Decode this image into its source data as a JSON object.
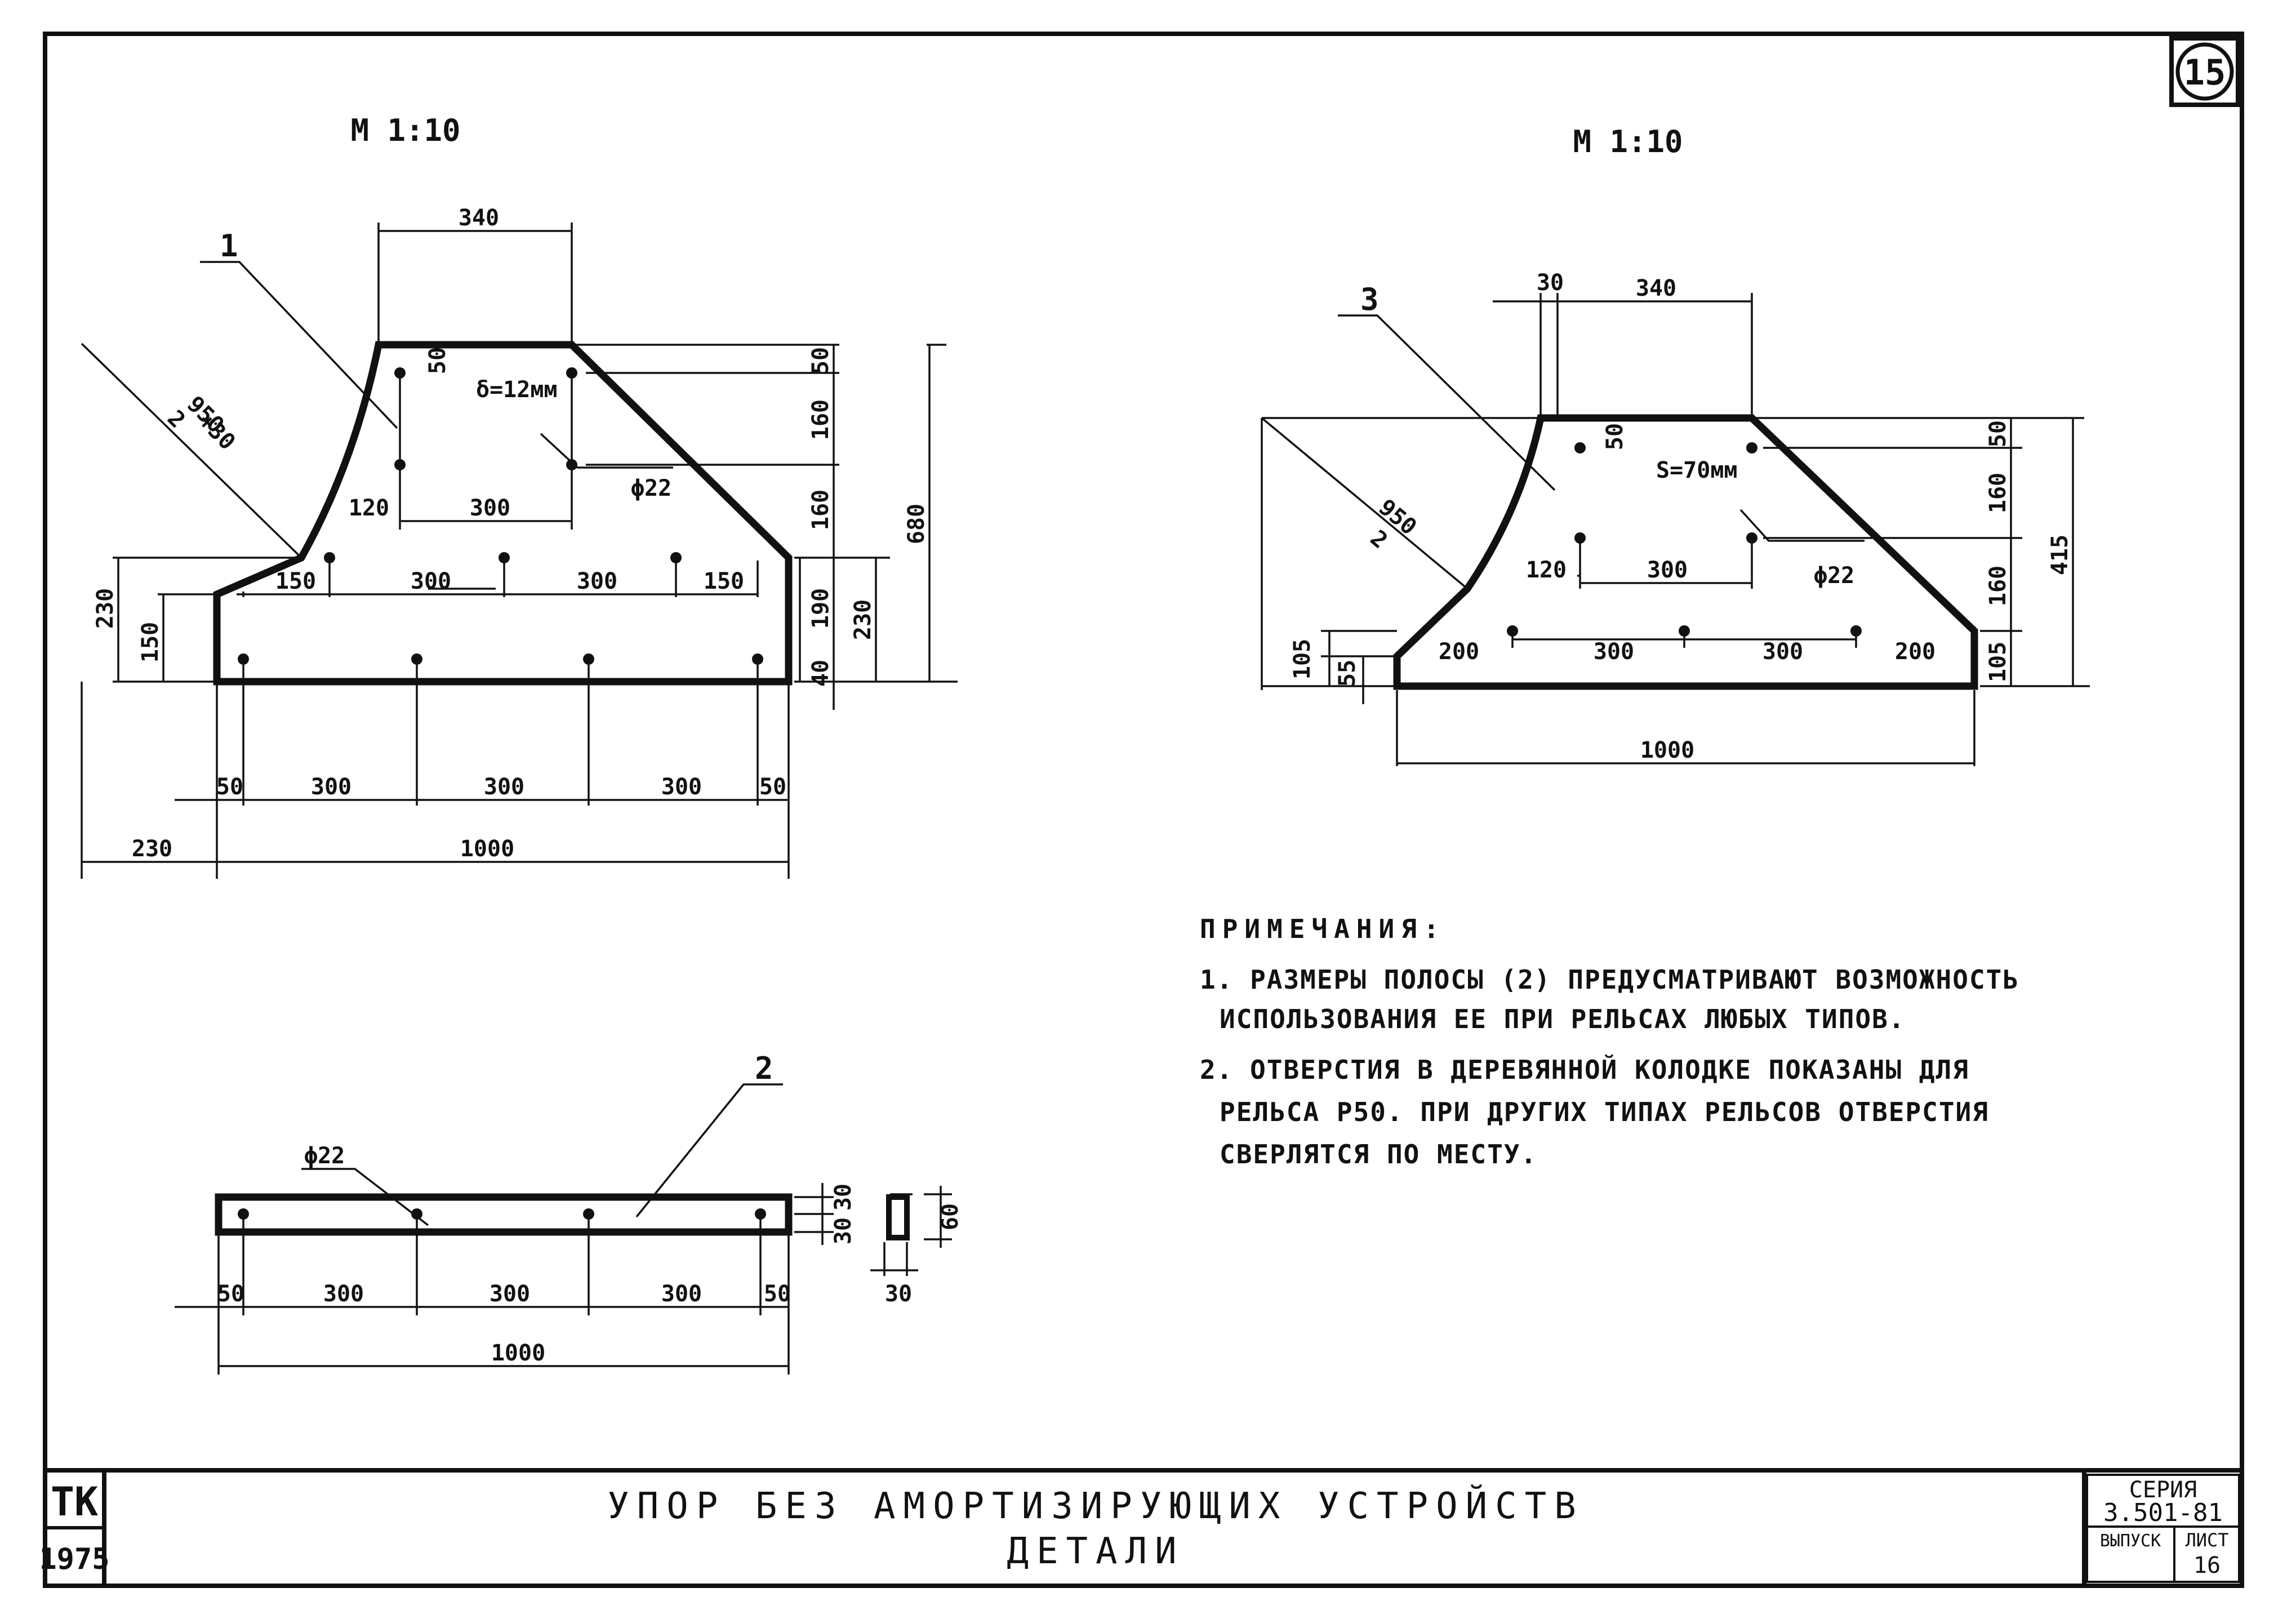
{
  "sheet_number": "15",
  "scales": {
    "left": "М 1:10",
    "right": "М 1:10"
  },
  "part1": {
    "callout": "1",
    "thickness": "δ=12мм",
    "radius_top": "950",
    "radius_bottom": "2",
    "radius_extra": "+30",
    "hole": "ϕ22",
    "dims": {
      "top_width": "340",
      "top_offset": "50",
      "hole_gap": "120",
      "hole_spacing_mid": "300",
      "row3": [
        "150",
        "300",
        "300",
        "150"
      ],
      "row4": [
        "50",
        "300",
        "300",
        "300",
        "50"
      ],
      "overall_width": "1000",
      "left_overhang": "230",
      "left_heights": [
        "230",
        "150"
      ],
      "right_heights": [
        "50",
        "160",
        "160",
        "190",
        "40"
      ],
      "right_lower": "230",
      "total_height": "680"
    }
  },
  "part3": {
    "callout": "3",
    "thickness": "S=70мм",
    "radius_top": "950",
    "radius_bottom": "2",
    "hole": "ϕ22",
    "dims": {
      "top_offset": "30",
      "top_width": "340",
      "top_vert": "50",
      "hole_gap": "120",
      "hole_spacing_mid": "300",
      "row_bottom": [
        "200",
        "300",
        "300",
        "200"
      ],
      "overall_width": "1000",
      "left_heights": [
        "105",
        "55"
      ],
      "right_heights": [
        "50",
        "160",
        "160",
        "105"
      ],
      "total_height": "415"
    }
  },
  "part2": {
    "callout": "2",
    "hole": "ϕ22",
    "dims": {
      "row": [
        "50",
        "300",
        "300",
        "300",
        "50"
      ],
      "overall_width": "1000",
      "heights": [
        "30",
        "30"
      ],
      "section_height": "60",
      "section_width": "30"
    }
  },
  "notes": {
    "heading": "ПРИМЕЧАНИЯ:",
    "lines": [
      "1. РАЗМЕРЫ ПОЛОСЫ (2) ПРЕДУСМАТРИВАЮТ ВОЗМОЖНОСТЬ",
      "ИСПОЛЬЗОВАНИЯ ЕЕ ПРИ РЕЛЬСАХ ЛЮБЫХ ТИПОВ.",
      "2. ОТВЕРСТИЯ В ДЕРЕВЯННОЙ КОЛОДКЕ ПОКАЗАНЫ ДЛЯ",
      "РЕЛЬСА Р50. ПРИ ДРУГИХ ТИПАХ РЕЛЬСОВ ОТВЕРСТИЯ",
      "СВЕРЛЯТСЯ ПО МЕСТУ."
    ]
  },
  "title_block": {
    "org": "ТК",
    "year": "1975",
    "title_line1": "УПОР БЕЗ АМОРТИЗИРУЮЩИХ УСТРОЙСТВ",
    "title_line2": "ДЕТАЛИ",
    "series_label": "СЕРИЯ",
    "series_value": "3.501-81",
    "issue_label": "ВЫПУСК",
    "sheet_label": "ЛИСТ",
    "sheet_value": "16"
  }
}
